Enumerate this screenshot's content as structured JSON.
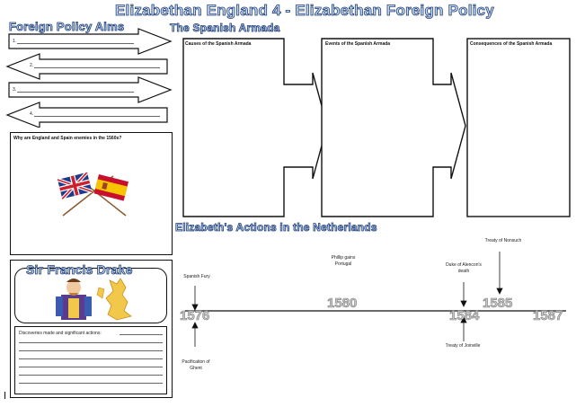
{
  "title": "Elizabethan England 4 - Elizabethan Foreign Policy",
  "aims": {
    "heading": "Foreign Policy Aims",
    "items": [
      "1.",
      "2.",
      "3.",
      "4."
    ]
  },
  "enemies": {
    "question": "Why are England and Spain enemies in the 1560s?"
  },
  "drake": {
    "heading": "Sir Francis Drake",
    "prompt": "Discoveries made and significant actions:"
  },
  "armada": {
    "heading": "The Spanish Armada",
    "causes": "Causes of the Spanish Armada",
    "events": "Events of the Spanish Armada",
    "consequences": "Consequences of the Spanish Armada"
  },
  "netherlands": {
    "heading": "Elizabeth's Actions in the Netherlands",
    "years": [
      "1576",
      "1580",
      "1584",
      "1585",
      "1587"
    ],
    "events": {
      "spanish_fury": "Spanish Fury",
      "pacification": "Pacification of Ghent",
      "philip": "Phillip gains Portugal",
      "alencon": "Duke of Alencon's death",
      "joinville": "Treaty of Joinville",
      "nonsuch": "Treaty of Nonsuch"
    }
  },
  "colors": {
    "title_fill": "#c9dcee",
    "title_stroke": "#1f3d7a"
  }
}
